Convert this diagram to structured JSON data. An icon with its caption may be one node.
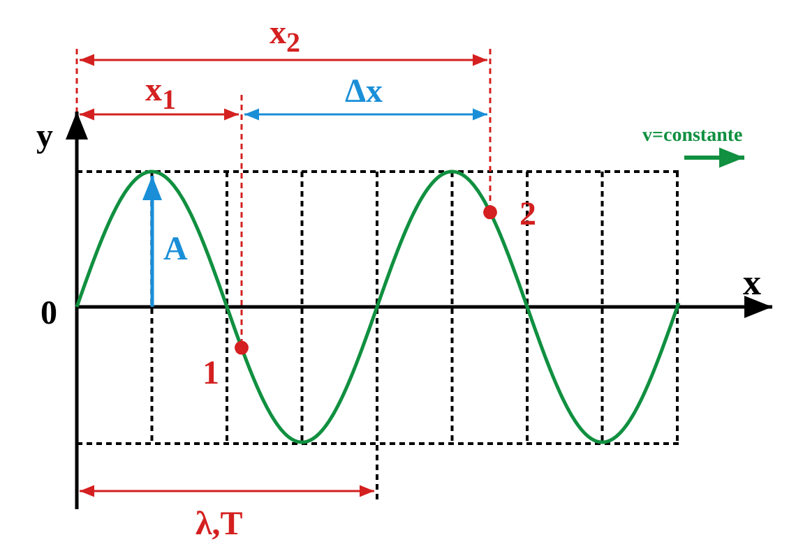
{
  "diagram": {
    "labels": [
      "x$_{2}$",
      "x$_{1}$",
      "Δx",
      "y",
      "v=constante",
      "A",
      "2",
      "x",
      "0",
      "1",
      "λ,T"
    ]
  }
}
